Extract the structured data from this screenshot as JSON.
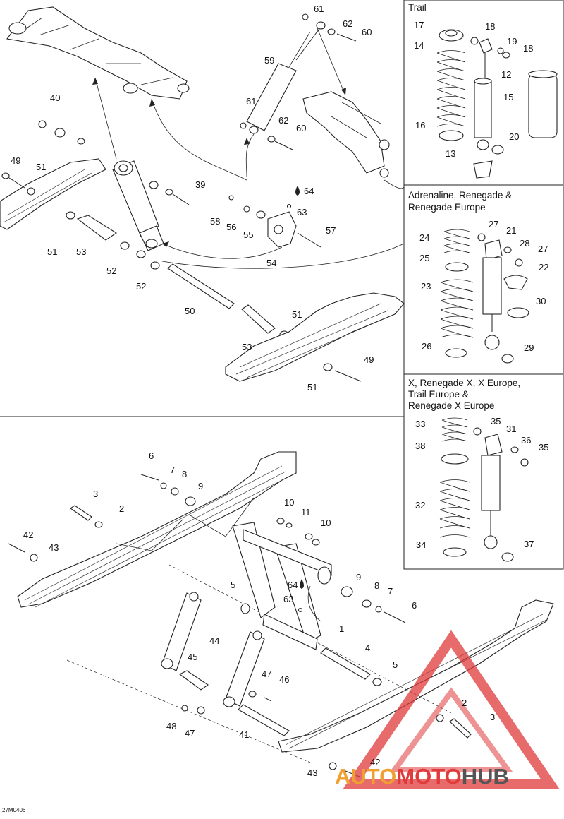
{
  "diagram_code": "27M0406",
  "panels": {
    "trail": {
      "title": "Trail"
    },
    "adrenaline": {
      "title_lines": [
        "Adrenaline, Renegade &",
        "Renegade Europe"
      ]
    },
    "x": {
      "title_lines": [
        "X, Renegade X, X Europe,",
        "Trail Europe &",
        "Renegade X Europe"
      ]
    }
  },
  "watermark": {
    "part1": "AUTO",
    "part2": "MOTO",
    "part3": "HUB",
    "color_red": "#e03a3a",
    "color_orange": "#f0a030",
    "color_dark": "#555555"
  },
  "callouts": [
    {
      "id": "c61a",
      "text": "61"
    },
    {
      "id": "c62a",
      "text": "62"
    },
    {
      "id": "c60a",
      "text": "60"
    },
    {
      "id": "c59",
      "text": "59"
    },
    {
      "id": "c61b",
      "text": "61"
    },
    {
      "id": "c62b",
      "text": "62"
    },
    {
      "id": "c60b",
      "text": "60"
    },
    {
      "id": "c40",
      "text": "40"
    },
    {
      "id": "c49a",
      "text": "49"
    },
    {
      "id": "c51a",
      "text": "51"
    },
    {
      "id": "c39",
      "text": "39"
    },
    {
      "id": "c64a",
      "text": "64"
    },
    {
      "id": "c63a",
      "text": "63"
    },
    {
      "id": "c58",
      "text": "58"
    },
    {
      "id": "c56",
      "text": "56"
    },
    {
      "id": "c55",
      "text": "55"
    },
    {
      "id": "c57",
      "text": "57"
    },
    {
      "id": "c51b",
      "text": "51"
    },
    {
      "id": "c53a",
      "text": "53"
    },
    {
      "id": "c52a",
      "text": "52"
    },
    {
      "id": "c54",
      "text": "54"
    },
    {
      "id": "c52b",
      "text": "52"
    },
    {
      "id": "c50",
      "text": "50"
    },
    {
      "id": "c51c",
      "text": "51"
    },
    {
      "id": "c53b",
      "text": "53"
    },
    {
      "id": "c49b",
      "text": "49"
    },
    {
      "id": "c51d",
      "text": "51"
    },
    {
      "id": "t17",
      "text": "17"
    },
    {
      "id": "t18a",
      "text": "18"
    },
    {
      "id": "t19",
      "text": "19"
    },
    {
      "id": "t18b",
      "text": "18"
    },
    {
      "id": "t14",
      "text": "14"
    },
    {
      "id": "t12",
      "text": "12"
    },
    {
      "id": "t15",
      "text": "15"
    },
    {
      "id": "t16",
      "text": "16"
    },
    {
      "id": "t20",
      "text": "20"
    },
    {
      "id": "t13",
      "text": "13"
    },
    {
      "id": "a24",
      "text": "24"
    },
    {
      "id": "a27a",
      "text": "27"
    },
    {
      "id": "a21",
      "text": "21"
    },
    {
      "id": "a28",
      "text": "28"
    },
    {
      "id": "a27b",
      "text": "27"
    },
    {
      "id": "a25",
      "text": "25"
    },
    {
      "id": "a22",
      "text": "22"
    },
    {
      "id": "a23",
      "text": "23"
    },
    {
      "id": "a30",
      "text": "30"
    },
    {
      "id": "a26",
      "text": "26"
    },
    {
      "id": "a29",
      "text": "29"
    },
    {
      "id": "x33",
      "text": "33"
    },
    {
      "id": "x35a",
      "text": "35"
    },
    {
      "id": "x31",
      "text": "31"
    },
    {
      "id": "x36",
      "text": "36"
    },
    {
      "id": "x35b",
      "text": "35"
    },
    {
      "id": "x38",
      "text": "38"
    },
    {
      "id": "x32",
      "text": "32"
    },
    {
      "id": "x34",
      "text": "34"
    },
    {
      "id": "x37",
      "text": "37"
    },
    {
      "id": "b6a",
      "text": "6"
    },
    {
      "id": "b7a",
      "text": "7"
    },
    {
      "id": "b8a",
      "text": "8"
    },
    {
      "id": "b9a",
      "text": "9"
    },
    {
      "id": "b3a",
      "text": "3"
    },
    {
      "id": "b2a",
      "text": "2"
    },
    {
      "id": "b42a",
      "text": "42"
    },
    {
      "id": "b43a",
      "text": "43"
    },
    {
      "id": "b10a",
      "text": "10"
    },
    {
      "id": "b11",
      "text": "11"
    },
    {
      "id": "b10b",
      "text": "10"
    },
    {
      "id": "b5a",
      "text": "5"
    },
    {
      "id": "b64",
      "text": "64"
    },
    {
      "id": "b63",
      "text": "63"
    },
    {
      "id": "b9b",
      "text": "9"
    },
    {
      "id": "b8b",
      "text": "8"
    },
    {
      "id": "b7b",
      "text": "7"
    },
    {
      "id": "b6b",
      "text": "6"
    },
    {
      "id": "b1",
      "text": "1"
    },
    {
      "id": "b44",
      "text": "44"
    },
    {
      "id": "b45",
      "text": "45"
    },
    {
      "id": "b4",
      "text": "4"
    },
    {
      "id": "b5b",
      "text": "5"
    },
    {
      "id": "b47a",
      "text": "47"
    },
    {
      "id": "b46",
      "text": "46"
    },
    {
      "id": "b48",
      "text": "48"
    },
    {
      "id": "b47b",
      "text": "47"
    },
    {
      "id": "b41",
      "text": "41"
    },
    {
      "id": "b2b",
      "text": "2"
    },
    {
      "id": "b3b",
      "text": "3"
    },
    {
      "id": "b43b",
      "text": "43"
    },
    {
      "id": "b42b",
      "text": "42"
    }
  ]
}
